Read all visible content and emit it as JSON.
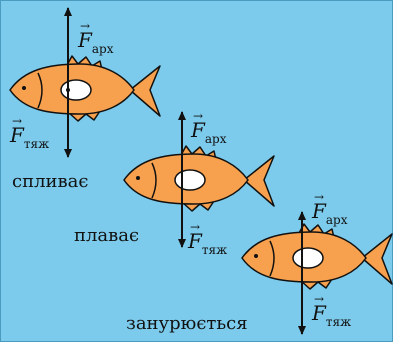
{
  "force_labels": {
    "symbol": "F",
    "arrow": "→",
    "buoyant_sub": "арх",
    "gravity_sub": "тяж"
  },
  "states": [
    {
      "label": "спливає"
    },
    {
      "label": "плаває"
    },
    {
      "label": "занурюється"
    }
  ],
  "colors": {
    "background": "#7ccbec",
    "fish_body": "#f7a04d",
    "outline": "#111111",
    "bladder": "#ffffff"
  }
}
